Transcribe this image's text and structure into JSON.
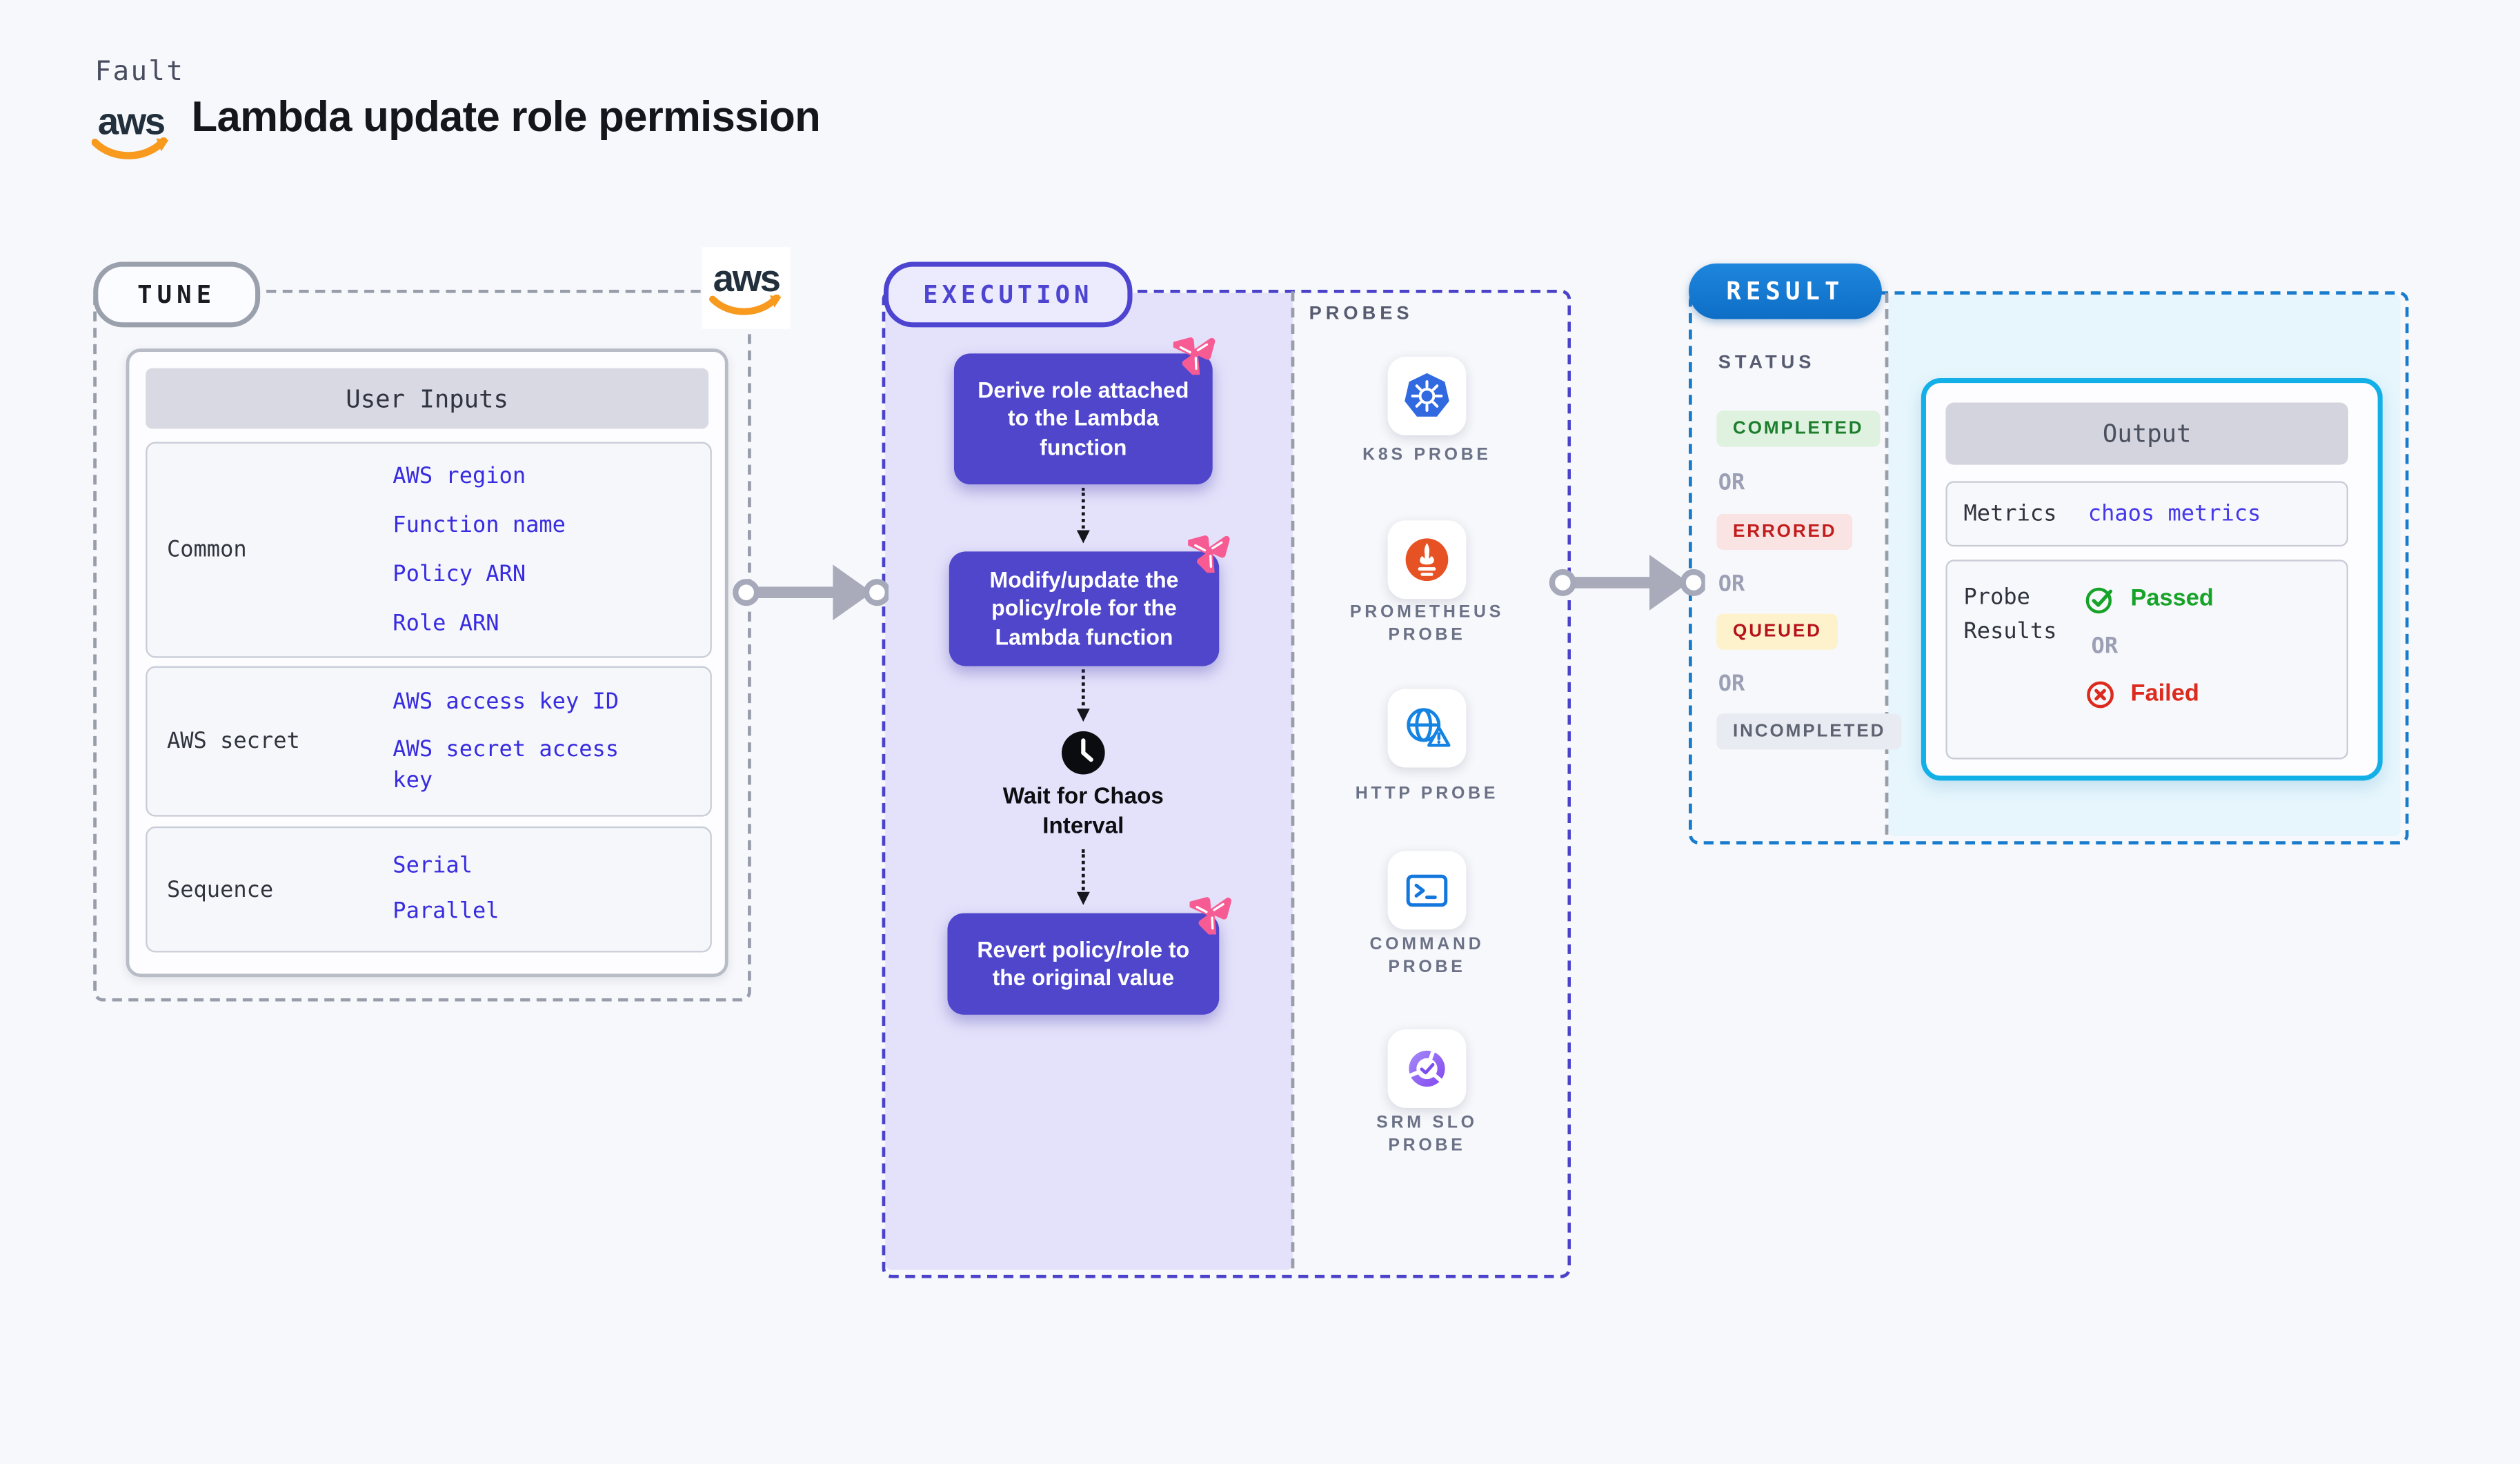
{
  "header": {
    "eyebrow": "Fault",
    "title": "Lambda update role permission",
    "brand": "aws"
  },
  "tune": {
    "pill_label": "TUNE",
    "card": {
      "header": "User Inputs",
      "rows": [
        {
          "label": "Common",
          "links": [
            "AWS region",
            "Function name",
            "Policy ARN",
            "Role ARN"
          ]
        },
        {
          "label": "AWS secret",
          "links": [
            "AWS access key ID",
            "AWS secret access key"
          ]
        },
        {
          "label": "Sequence",
          "links": [
            "Serial",
            "Parallel"
          ]
        }
      ]
    }
  },
  "execution": {
    "pill_label": "EXECUTION",
    "steps": [
      "Derive role attached to the Lambda function",
      "Modify/update the policy/role for the Lambda function",
      "Revert policy/role to the original value"
    ],
    "wait_step": "Wait for Chaos Interval",
    "probes": {
      "heading": "PROBES",
      "items": [
        {
          "label": "K8S PROBE",
          "icon": "kubernetes-icon"
        },
        {
          "label": "PROMETHEUS PROBE",
          "icon": "prometheus-icon"
        },
        {
          "label": "HTTP PROBE",
          "icon": "http-globe-icon"
        },
        {
          "label": "COMMAND PROBE",
          "icon": "terminal-icon"
        },
        {
          "label": "SRM SLO PROBE",
          "icon": "slo-donut-icon"
        }
      ]
    }
  },
  "result": {
    "pill_label": "RESULT",
    "status_heading": "STATUS",
    "or_label": "OR",
    "statuses": [
      {
        "label": "COMPLETED",
        "text_color": "#1e7e2e",
        "bg_color": "#def2df"
      },
      {
        "label": "ERRORED",
        "text_color": "#c11d1d",
        "bg_color": "#fae3e3"
      },
      {
        "label": "QUEUED",
        "text_color": "#b5121b",
        "bg_color": "#fdf2cb"
      },
      {
        "label": "INCOMPLETED",
        "text_color": "#5d6372",
        "bg_color": "#e9ebf2"
      }
    ],
    "output": {
      "header": "Output",
      "metrics_label": "Metrics",
      "metrics_link": "chaos metrics",
      "probe_results_label": "Probe Results",
      "passed_label": "Passed",
      "failed_label": "Failed"
    }
  },
  "colors": {
    "accent_indigo": "#4b42cb",
    "accent_blue": "#177bce",
    "output_cyan": "#13b0e7",
    "chaos_pink": "#f75b93",
    "link_blue": "#382ce0",
    "passed_green": "#16a328",
    "failed_red": "#dd2a1e",
    "aws_orange": "#f79a1e",
    "step_purple": "#4f46cc"
  }
}
